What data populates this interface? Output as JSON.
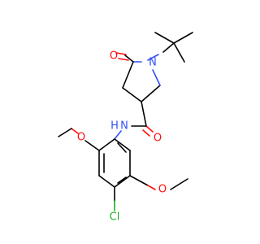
{
  "molecule": {
    "atoms": {
      "n_ring": {
        "text": "N",
        "color": "#3050f8"
      },
      "o_ketone": {
        "text": "O",
        "color": "#ff0d0d"
      },
      "o_amide": {
        "text": "O",
        "color": "#ff0d0d"
      },
      "n_amide": {
        "text": "N",
        "color": "#3050f8"
      },
      "h_amide": {
        "text": "H",
        "color": "#3050f8"
      },
      "o_methoxy_top": {
        "text": "O",
        "color": "#ff0d0d"
      },
      "o_methoxy_bottom": {
        "text": "O",
        "color": "#ff0d0d"
      },
      "cl": {
        "text": "Cl",
        "color": "#1fae1f"
      }
    }
  }
}
